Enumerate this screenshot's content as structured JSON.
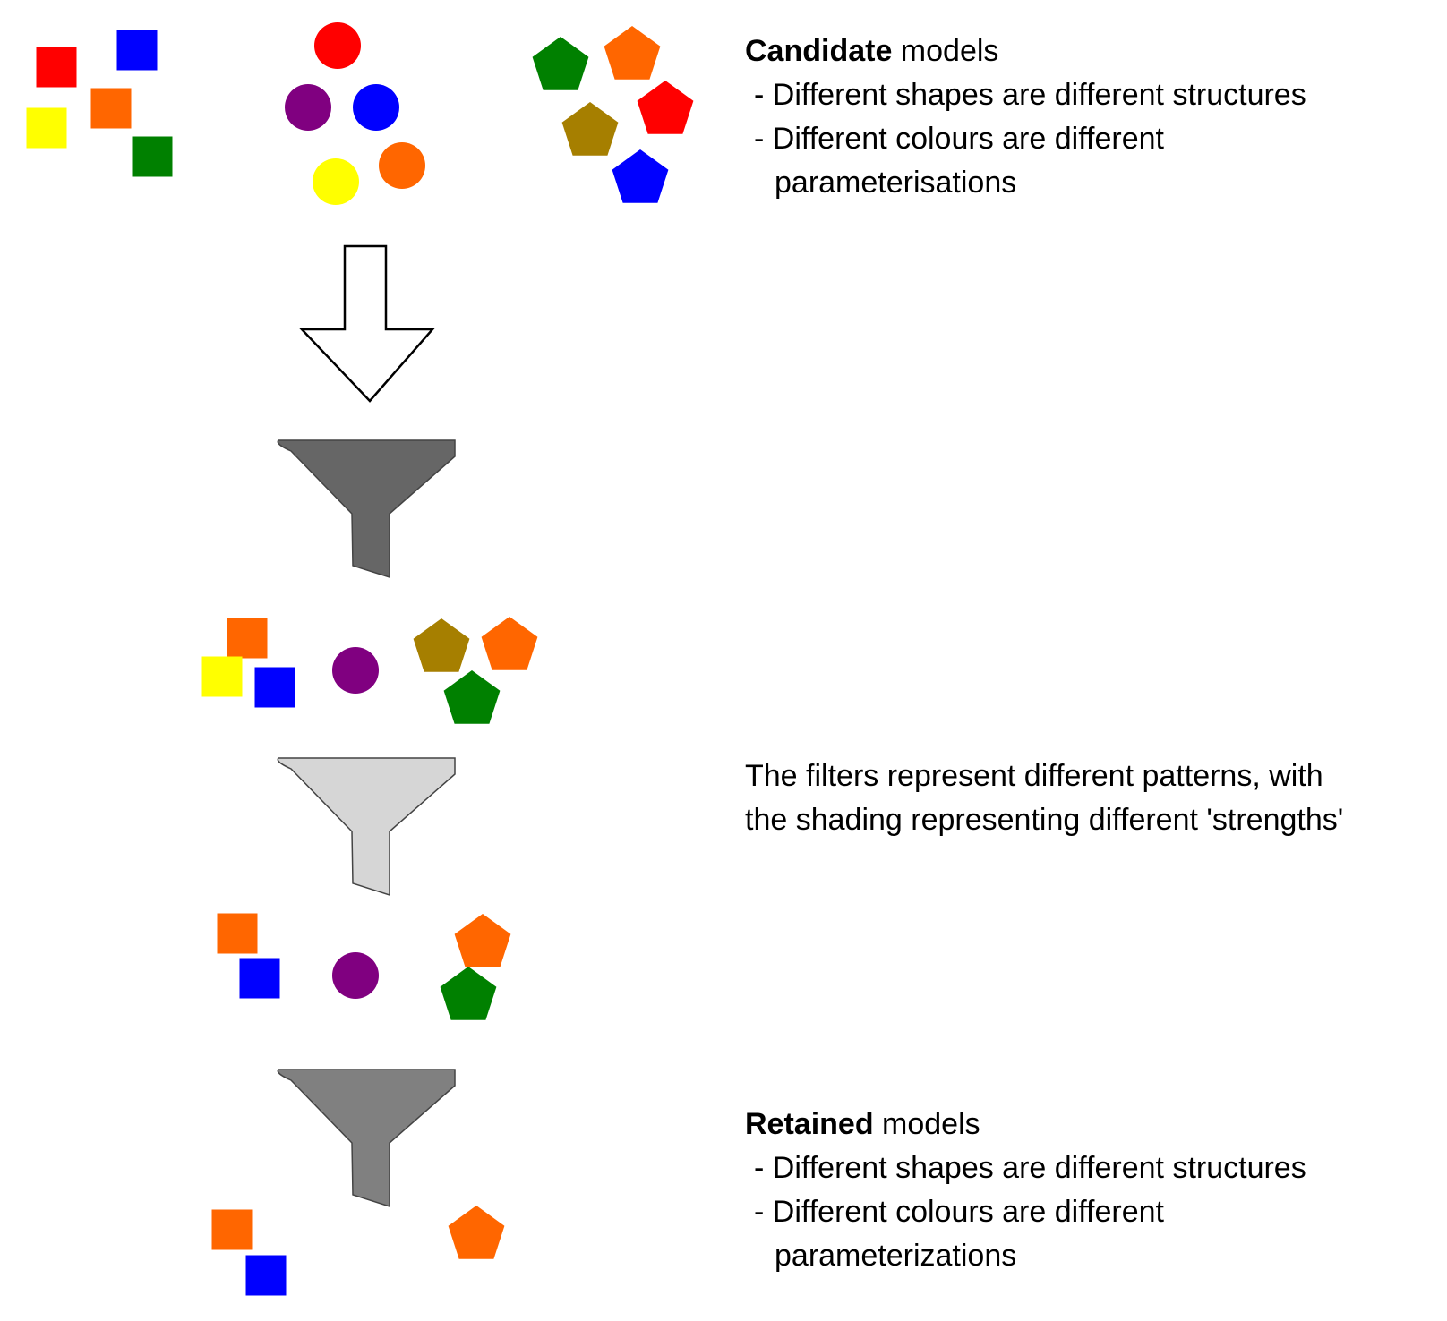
{
  "candidate": {
    "title_bold": "Candidate",
    "title_rest": " models",
    "line1": "- Different shapes are different structures",
    "line2": "- Different colours are different",
    "line3": "parameterisations"
  },
  "filters_note": {
    "line1": "The filters represent different patterns, with",
    "line2": "the shading representing different 'strengths'"
  },
  "retained": {
    "title_bold": "Retained",
    "title_rest": " models",
    "line1": "- Different shapes are different structures",
    "line2": "- Different colours are different",
    "line3": "parameterizations"
  },
  "colors": {
    "red": "#ff0000",
    "blue": "#0000ff",
    "orange": "#ff6600",
    "yellow": "#ffff00",
    "green": "#008000",
    "purple": "#800080",
    "olive": "#a67f00",
    "filter_dark": "#666666",
    "filter_light": "#d6d6d6",
    "filter_mid": "#808080"
  },
  "groups": [
    {
      "name": "candidate-models",
      "squares": [
        "red",
        "blue",
        "orange",
        "yellow",
        "green"
      ],
      "circles": [
        "red",
        "purple",
        "blue",
        "yellow",
        "orange"
      ],
      "pentagons": [
        "green",
        "orange",
        "red",
        "olive",
        "blue"
      ]
    },
    {
      "name": "after-filter-1",
      "squares": [
        "orange",
        "yellow",
        "blue"
      ],
      "circles": [
        "purple"
      ],
      "pentagons": [
        "olive",
        "orange",
        "green"
      ]
    },
    {
      "name": "after-filter-2",
      "squares": [
        "orange",
        "blue"
      ],
      "circles": [
        "purple"
      ],
      "pentagons": [
        "orange",
        "green"
      ]
    },
    {
      "name": "retained-models",
      "squares": [
        "orange",
        "blue"
      ],
      "circles": [],
      "pentagons": [
        "orange"
      ]
    }
  ],
  "filters": [
    {
      "name": "filter-1",
      "shade": "filter_dark"
    },
    {
      "name": "filter-2",
      "shade": "filter_light"
    },
    {
      "name": "filter-3",
      "shade": "filter_mid"
    }
  ]
}
